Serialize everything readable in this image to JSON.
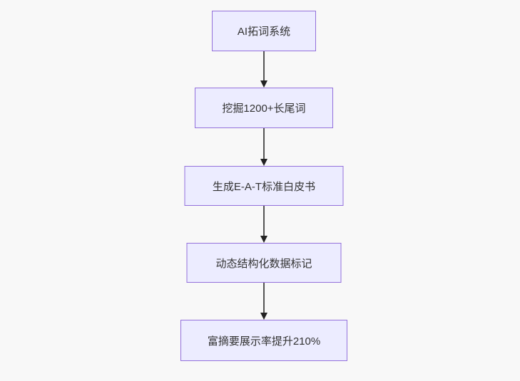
{
  "diagram": {
    "type": "flowchart",
    "direction": "top-down",
    "nodes": [
      {
        "label": "AI拓词系统"
      },
      {
        "label": "挖掘1200+长尾词"
      },
      {
        "label": "生成E-A-T标准白皮书"
      },
      {
        "label": "动态结构化数据标记"
      },
      {
        "label": "富摘要展示率提升210%"
      }
    ],
    "edges": [
      {
        "from": "AI拓词系统",
        "to": "挖掘1200+长尾词"
      },
      {
        "from": "挖掘1200+长尾词",
        "to": "生成E-A-T标准白皮书"
      },
      {
        "from": "生成E-A-T标准白皮书",
        "to": "动态结构化数据标记"
      },
      {
        "from": "动态结构化数据标记",
        "to": "富摘要展示率提升210%"
      }
    ],
    "colors": {
      "background": "#F8F8F8",
      "node_fill": "#ECECFF",
      "node_border": "#9370DB",
      "arrow_line": "#555555",
      "arrow_head": "#222222",
      "text": "#333333"
    }
  }
}
